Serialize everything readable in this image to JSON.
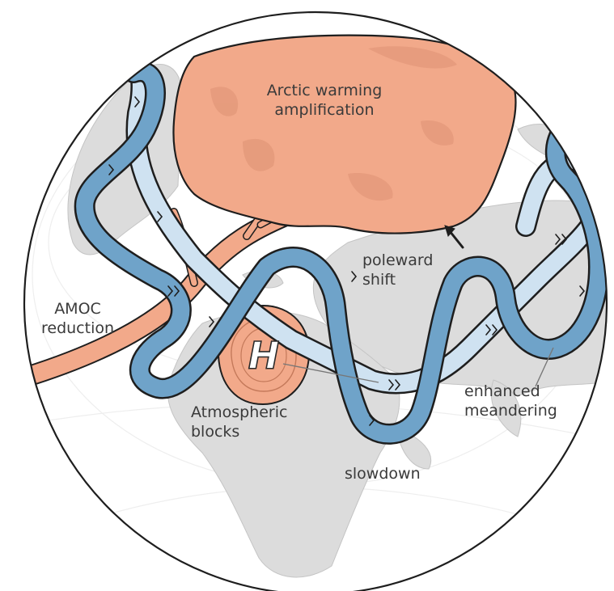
{
  "labels": {
    "arctic_line1": "Arctic warming",
    "arctic_line2": "amplification",
    "poleward_line1": "poleward",
    "poleward_line2": "shift",
    "amoc_line1": "AMOC",
    "amoc_line2": "reduction",
    "blocks_line1": "Atmospheric",
    "blocks_line2": "blocks",
    "slowdown": "slowdown",
    "meander_line1": "enhanced",
    "meander_line2": "meandering"
  },
  "high_pressure_letter": "H",
  "colors": {
    "ocean": "#ffffff",
    "land": "#dcdcdc",
    "arctic_fill": "#f2a98a",
    "current": "#f2a98a",
    "jet_dark": "#6fa3c9",
    "jet_light": "#cfe2f1",
    "outline": "#1e1e1e",
    "text": "#3a3a3a"
  }
}
